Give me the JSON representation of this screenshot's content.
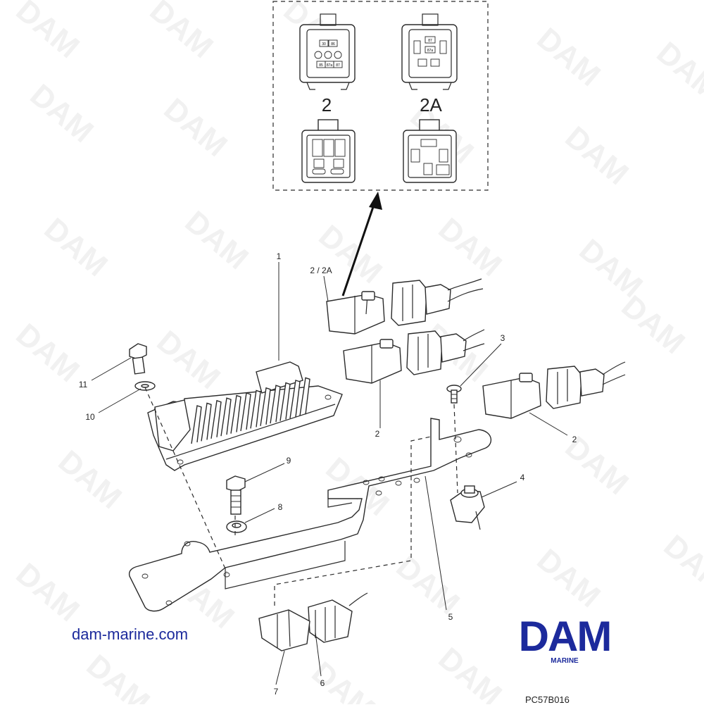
{
  "watermark": "DAM",
  "inset": {
    "label_left": "2",
    "label_right": "2A",
    "pins_left": [
      "30",
      "86",
      "85",
      "87a",
      "87"
    ],
    "pins_right": [
      "87",
      "87a"
    ]
  },
  "callouts": {
    "c1": "1",
    "c2_2a": "2 / 2A",
    "c2_a": "2",
    "c2_b": "2",
    "c3": "3",
    "c4": "4",
    "c5": "5",
    "c6": "6",
    "c7": "7",
    "c8": "8",
    "c9": "9",
    "c10": "10",
    "c11": "11"
  },
  "footer": {
    "website": "dam-marine.com",
    "brand": "DAM",
    "brand_sub": "MARINE",
    "ref_code": "PC57B016"
  },
  "colors": {
    "brand": "#1c2a9c",
    "line": "#2b2b2b",
    "watermark": "#f1f1f1"
  }
}
